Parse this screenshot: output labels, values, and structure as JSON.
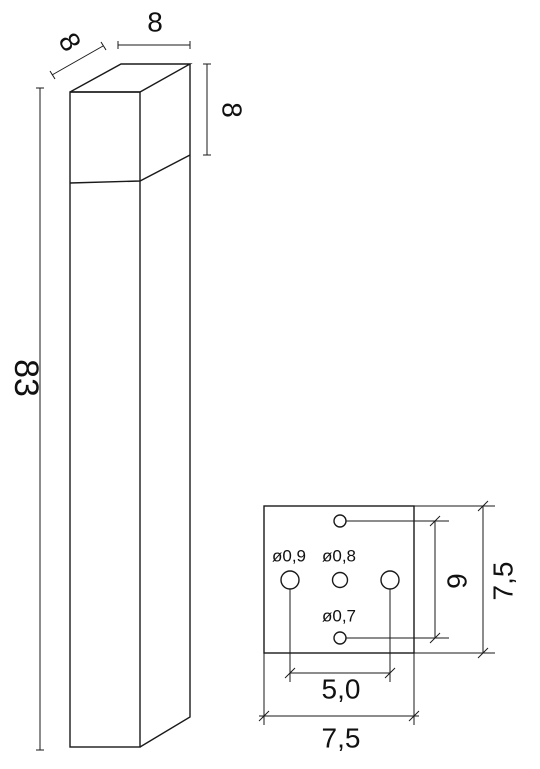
{
  "dimensions": {
    "top_depth": "8",
    "top_width": "8",
    "head_height": "8",
    "total_height": "83",
    "base_width": "7,5",
    "base_depth": "7,5",
    "hole_span": "5,0",
    "slot_span": "6"
  },
  "holes": {
    "left_diameter": "ø0,9",
    "center_diameter": "ø0,8",
    "bottom_diameter": "ø0,7"
  }
}
